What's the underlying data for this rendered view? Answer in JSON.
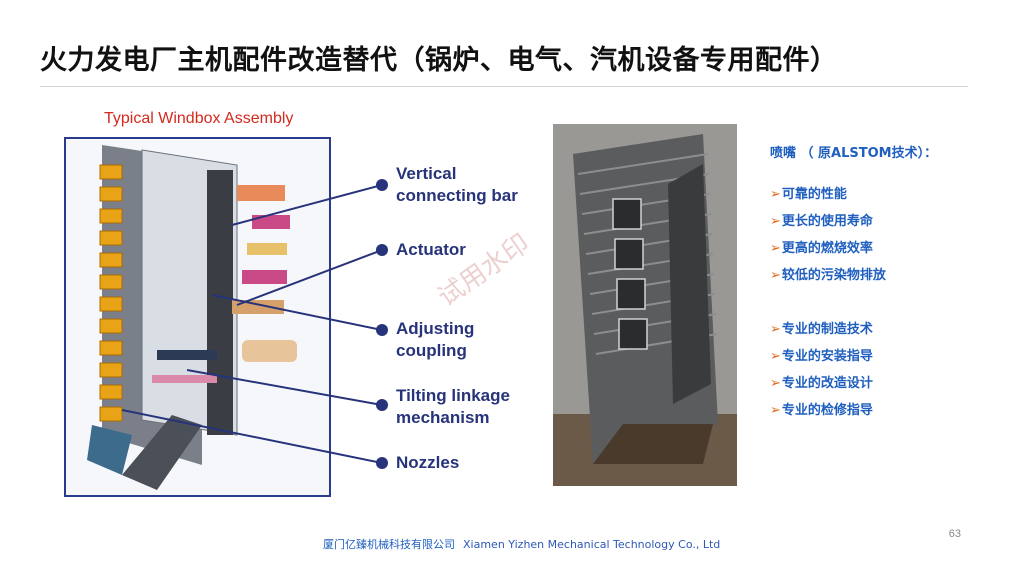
{
  "slide": {
    "title": "火力发电厂主机配件改造替代（锅炉、电气、汽机设备专用配件）",
    "page_number": "63",
    "watermark": "试用水印"
  },
  "diagram": {
    "title": "Typical Windbox Assembly",
    "callouts": [
      {
        "line1": "Vertical",
        "line2": "connecting bar"
      },
      {
        "line1": "Actuator",
        "line2": ""
      },
      {
        "line1": "Adjusting",
        "line2": "coupling"
      },
      {
        "line1": "Tilting linkage",
        "line2": "mechanism"
      },
      {
        "line1": "Nozzles",
        "line2": ""
      }
    ]
  },
  "panel": {
    "heading": "喷嘴 （ 原ALSTOM技术）：",
    "group1": [
      "可靠的性能",
      "更长的使用寿命",
      "更高的燃烧效率",
      "较低的污染物排放"
    ],
    "group2": [
      "专业的制造技术",
      "专业的安装指导",
      "专业的改造设计",
      "专业的检修指导"
    ]
  },
  "footer": {
    "company_cn": "厦门亿臻机械科技有限公司",
    "company_en": "Xiamen Yizhen Mechanical Technology Co., Ltd"
  },
  "colors": {
    "accent_blue": "#1f5fbf",
    "callout_navy": "#27337a",
    "bullet_arrow": "#e06a1c",
    "diagram_title_red": "#d42a1e",
    "nozzle_yellow": "#e8a317"
  },
  "icons": {
    "bullet": "arrow-bullet-icon",
    "callout_dot": "callout-dot-icon"
  }
}
